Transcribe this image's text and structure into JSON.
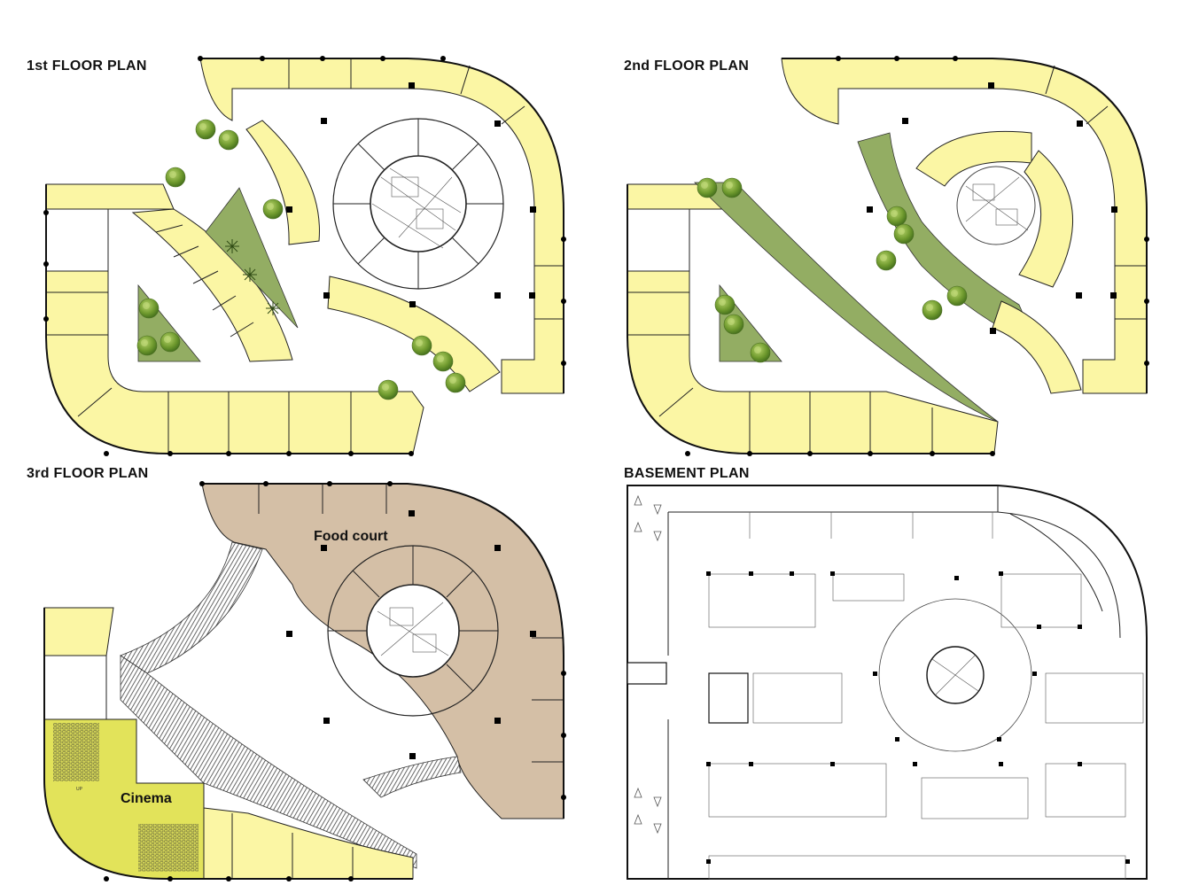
{
  "titles": {
    "floor1": "1st  FLOOR  PLAN",
    "floor2": "2nd  FLOOR  PLAN",
    "floor3": "3rd  FLOOR  PLAN",
    "basement": "BASEMENT  PLAN"
  },
  "labels": {
    "food_court": "Food  court",
    "cinema": "Cinema",
    "up": "UP"
  },
  "colors": {
    "shop": "#fbf6a4",
    "green": "#93ad63",
    "tree": "#7fa83a",
    "food_court": "#d4bfa6",
    "cinema": "#e2e35a",
    "stair_hatch": "#555555",
    "wall": "#111111"
  }
}
